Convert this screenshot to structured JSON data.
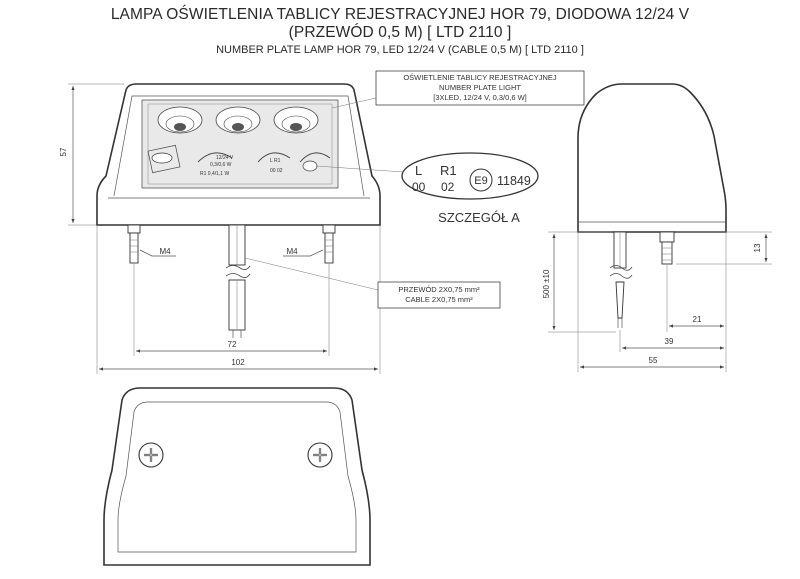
{
  "title": {
    "line1": "LAMPA OŚWIETLENIA TABLICY REJESTRACYJNEJ HOR 79, DIODOWA 12/24 V",
    "line2": "(PRZEWÓD 0,5 M) [ LTD 2110 ]",
    "line3": "NUMBER PLATE LAMP HOR 79, LED 12/24 V (CABLE 0,5 M) [ LTD 2110 ]"
  },
  "callout_light": {
    "line1": "OŚWIETLENIE TABLICY REJESTRACYJNEJ",
    "line2": "NUMBER PLATE LIGHT",
    "line3": "[3XLED, 12/24 V, 0,3/0,6 W]"
  },
  "callout_cable": {
    "line1": "PRZEWÓD 2X0,75 mm²",
    "line2": "CABLE 2X0,75 mm²"
  },
  "approval": {
    "l": "L",
    "r1": "R1",
    "l_num": "00",
    "r1_num": "02",
    "e_mark": "E9",
    "number": "11849"
  },
  "detail_label": "SZCZEGÓŁ A",
  "lens_text": {
    "line1": "12/24 V",
    "line2": "0,3/0,6 W",
    "line3": "R1 0,4/1,1 W",
    "side1": "L   R1",
    "side2": "00   02"
  },
  "dimensions": {
    "height": "57",
    "width_total": "102",
    "bolt_spacing": "72",
    "thread_left": "M4",
    "thread_right": "M4",
    "cable_length": "500 ±10",
    "side_stud": "13",
    "side_21": "21",
    "side_39": "39",
    "side_depth": "55"
  }
}
